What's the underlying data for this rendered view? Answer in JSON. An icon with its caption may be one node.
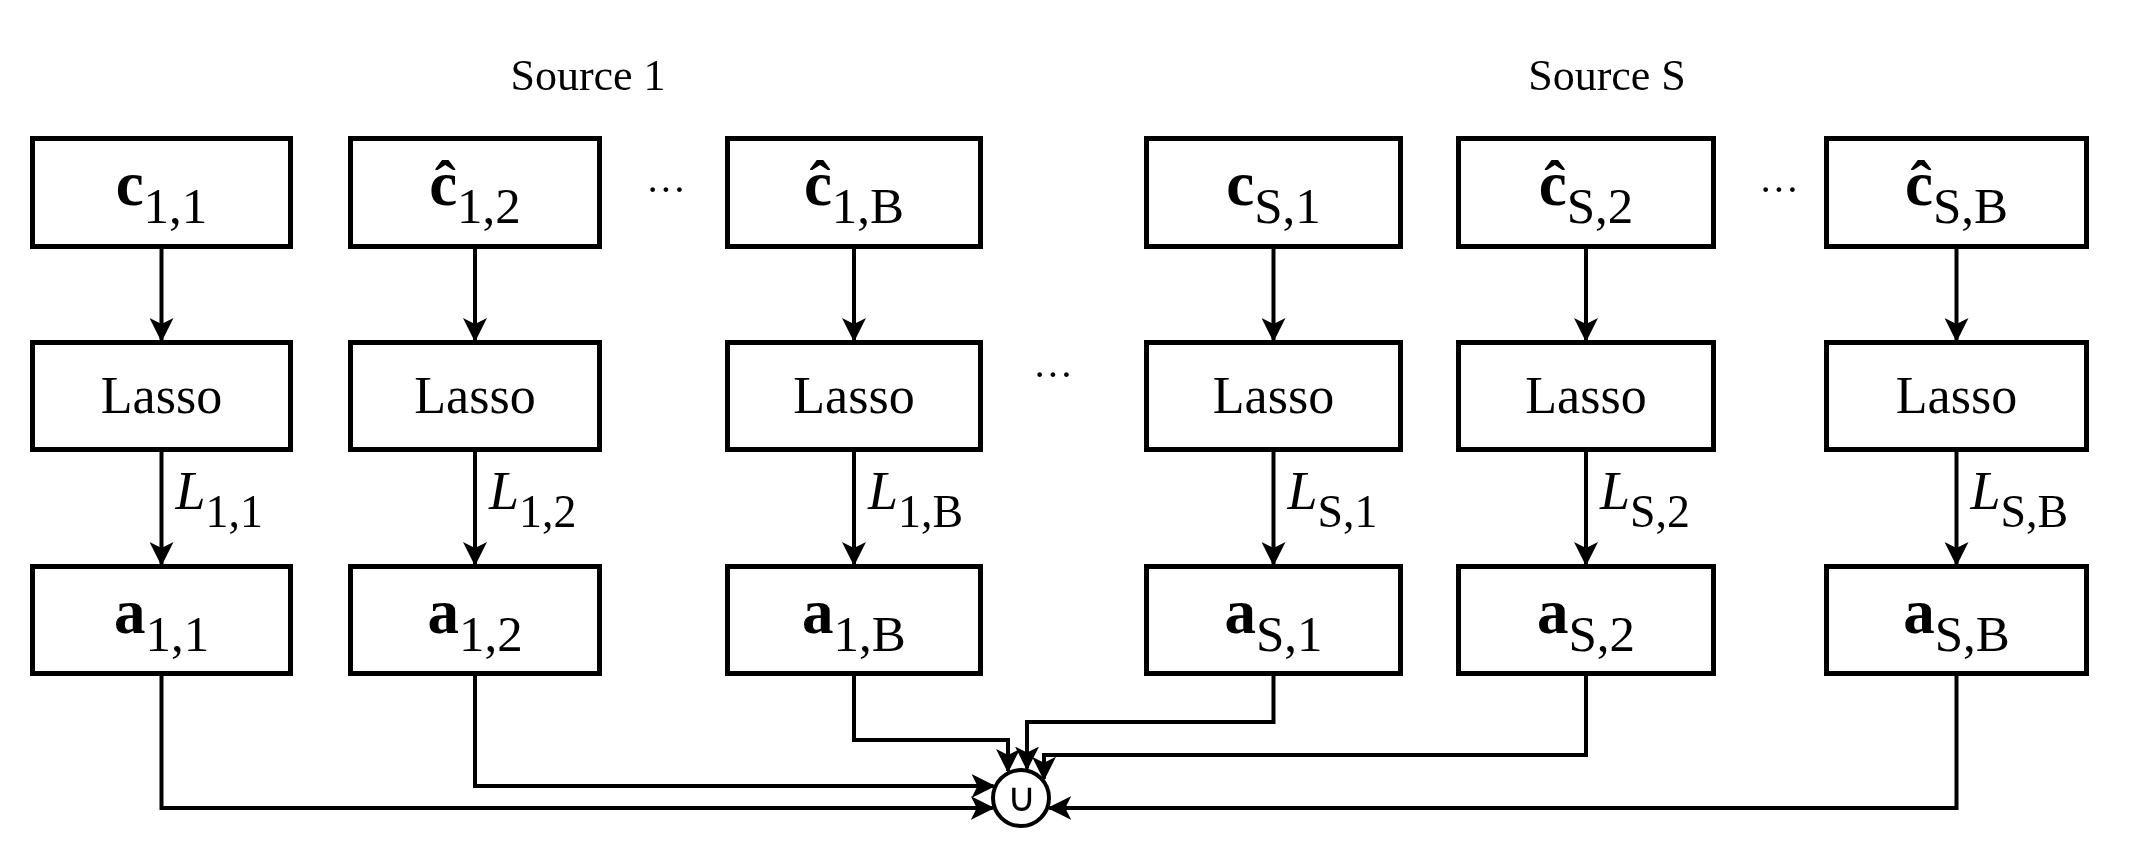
{
  "diagram": {
    "nodes": [
      {
        "text": [
          "**c**$_{1,1}$"
        ]
      },
      {
        "text": [
          "**ĉ**$_{1,2}$"
        ]
      },
      {
        "text": [
          "**ĉ**$_{1,B}$"
        ]
      },
      {
        "text": [
          "**c**$_{S,1}$"
        ]
      },
      {
        "text": [
          "**ĉ**$_{S,2}$"
        ]
      },
      {
        "text": [
          "**ĉ**$_{S,B}$"
        ]
      },
      {
        "text": [
          "Lasso"
        ]
      },
      {
        "text": [
          "Lasso"
        ]
      },
      {
        "text": [
          "Lasso"
        ]
      },
      {
        "text": [
          "Lasso"
        ]
      },
      {
        "text": [
          "Lasso"
        ]
      },
      {
        "text": [
          "Lasso"
        ]
      },
      {
        "text": [
          "**a**$_{1,1}$"
        ]
      },
      {
        "text": [
          "**a**$_{1,2}$"
        ]
      },
      {
        "text": [
          "**a**$_{1,B}$"
        ]
      },
      {
        "text": [
          "**a**$_{S,1}$"
        ]
      },
      {
        "text": [
          "**a**$_{S,2}$"
        ]
      },
      {
        "text": [
          "**a**$_{S,B}$"
        ]
      },
      {
        "text": [
          "∪"
        ]
      }
    ],
    "edges": [
      {
        "from": 0,
        "to": 6,
        "arrow": "to"
      },
      {
        "from": 1,
        "to": 7,
        "arrow": "to"
      },
      {
        "from": 2,
        "to": 8,
        "arrow": "to"
      },
      {
        "from": 3,
        "to": 9,
        "arrow": "to"
      },
      {
        "from": 4,
        "to": 10,
        "arrow": "to"
      },
      {
        "from": 5,
        "to": 11,
        "arrow": "to"
      },
      {
        "from": 6,
        "to": 12,
        "arrow": "to",
        "label": "*L*$_{1,1}$"
      },
      {
        "from": 7,
        "to": 13,
        "arrow": "to",
        "label": "*L*$_{1,2}$"
      },
      {
        "from": 8,
        "to": 14,
        "arrow": "to",
        "label": "*L*$_{1,B}$"
      },
      {
        "from": 9,
        "to": 15,
        "arrow": "to",
        "label": "*L*$_{S,1}$"
      },
      {
        "from": 10,
        "to": 16,
        "arrow": "to",
        "label": "*L*$_{S,2}$"
      },
      {
        "from": 11,
        "to": 17,
        "arrow": "to",
        "label": "*L*$_{S,B}$"
      },
      {
        "from": 12,
        "to": 18,
        "arrow": "to"
      },
      {
        "from": 13,
        "to": 18,
        "arrow": "to"
      },
      {
        "from": 14,
        "to": 18,
        "arrow": "to"
      },
      {
        "from": 15,
        "to": 18,
        "arrow": "to"
      },
      {
        "from": 16,
        "to": 18,
        "arrow": "to"
      },
      {
        "from": 17,
        "to": 18,
        "arrow": "to"
      }
    ],
    "labels": [
      "Source 1",
      "Source S",
      "···",
      "···",
      "···"
    ]
  }
}
